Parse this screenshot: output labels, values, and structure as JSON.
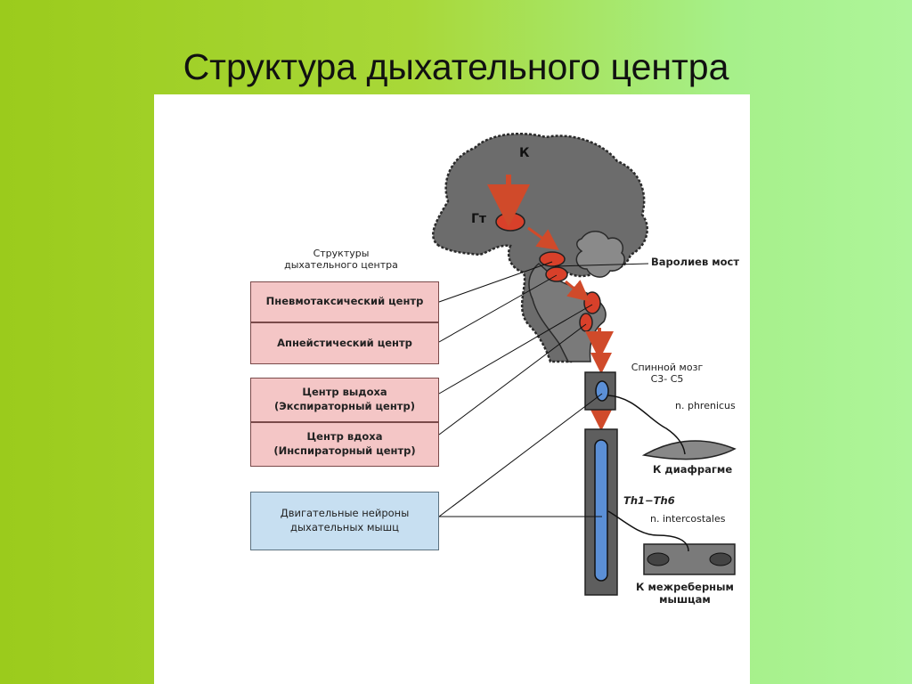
{
  "title": "Структура дыхательного центра",
  "diagram": {
    "brain_labels": {
      "cortex": "К",
      "hypothalamus": "Гт"
    },
    "structures_header": "Структуры\nдыхательного центра",
    "boxes": {
      "pneumotaxic": "Пневмотаксический центр",
      "apneustic": "Апнейстический центр",
      "expiratory": "Центр выдоха\n(Экспираторный центр)",
      "inspiratory": "Центр вдоха\n(Инспираторный центр)",
      "motor_neurons": "Двигательные нейроны\nдыхательных мышц"
    },
    "right_labels": {
      "pons": "Варолиев мост",
      "spinal_cord": "Спинной мозг\nC3- C5",
      "phrenicus": "n. phrenicus",
      "diaphragm": "К диафрагме",
      "thoracic": "Th1−Th6",
      "intercostales": "n. intercostales",
      "intercostal_muscles": "К межреберным\nмышцам"
    },
    "colors": {
      "brain": "#6a6a6a",
      "nucleus": "#d8402a",
      "arrow": "#d04a2a",
      "box_pink": "#f4c6c6",
      "box_blue": "#c7dff1",
      "spinal_blue": "#5b8fd6"
    }
  }
}
